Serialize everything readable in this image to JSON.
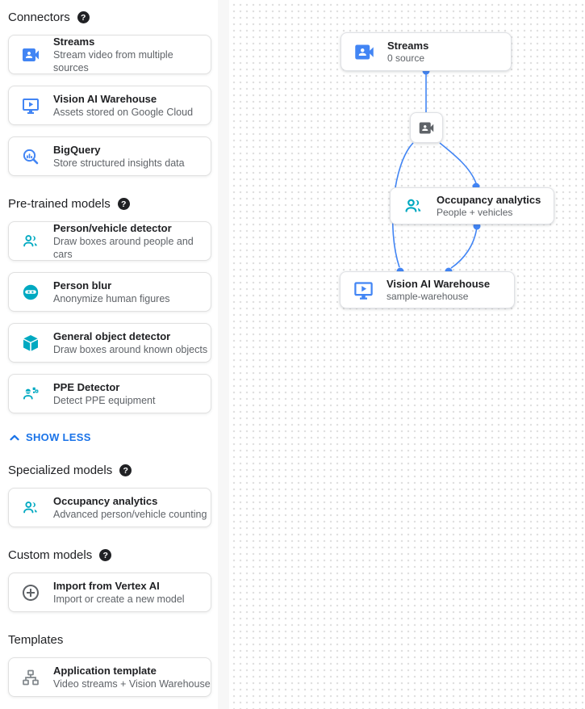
{
  "help_glyph": "?",
  "colors": {
    "accent_blue": "#4285f4",
    "link_blue": "#1a73e8",
    "teal": "#00a9c1",
    "icon_gray": "#5f6368",
    "title_text": "#202124",
    "subtitle_text": "#5f6368",
    "canvas_dot": "#e0e0e0"
  },
  "sidebar": {
    "show_less_label": "SHOW LESS",
    "sections": [
      {
        "title": "Connectors",
        "has_help": true,
        "items": [
          {
            "title": "Streams",
            "desc": "Stream video from multiple sources",
            "icon": "video-camera-icon"
          },
          {
            "title": "Vision AI Warehouse",
            "desc": "Assets stored on Google Cloud",
            "icon": "smart-display-icon"
          },
          {
            "title": "BigQuery",
            "desc": "Store structured insights data",
            "icon": "bigquery-icon"
          }
        ]
      },
      {
        "title": "Pre-trained models",
        "has_help": true,
        "items": [
          {
            "title": "Person/vehicle detector",
            "desc": "Draw boxes around people and cars",
            "icon": "people-icon"
          },
          {
            "title": "Person blur",
            "desc": "Anonymize human figures",
            "icon": "face-blur-icon"
          },
          {
            "title": "General object detector",
            "desc": "Draw boxes around known objects",
            "icon": "box-icon"
          },
          {
            "title": "PPE Detector",
            "desc": "Detect PPE equipment",
            "icon": "ppe-person-icon"
          }
        ]
      },
      {
        "title": "Specialized models",
        "has_help": true,
        "items": [
          {
            "title": "Occupancy analytics",
            "desc": "Advanced person/vehicle counting",
            "icon": "people-icon"
          }
        ]
      },
      {
        "title": "Custom models",
        "has_help": true,
        "items": [
          {
            "title": "Import from Vertex AI",
            "desc": "Import or create a new model",
            "icon": "add-circle-icon"
          }
        ]
      },
      {
        "title": "Templates",
        "has_help": false,
        "items": [
          {
            "title": "Application template",
            "desc": "Video streams + Vision Warehouse",
            "icon": "sitemap-icon"
          }
        ]
      }
    ]
  },
  "canvas": {
    "nodes": {
      "streams": {
        "title": "Streams",
        "subtitle": "0 source"
      },
      "occupancy": {
        "title": "Occupancy analytics",
        "subtitle": "People + vehicles"
      },
      "warehouse": {
        "title": "Vision AI Warehouse",
        "subtitle": "sample-warehouse"
      }
    }
  }
}
